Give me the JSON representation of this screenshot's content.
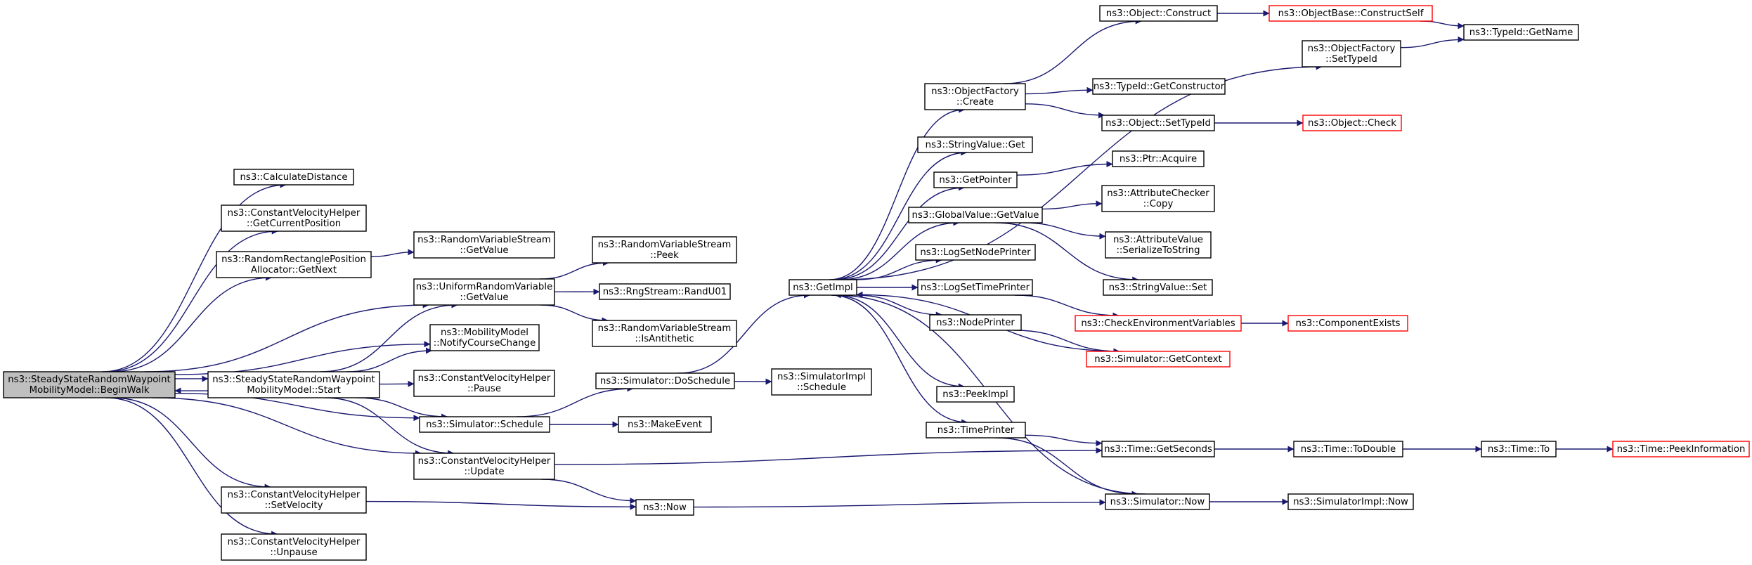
{
  "colors": {
    "edge": "#191970",
    "node_border": "#000000",
    "node_border_truncated": "#ff0000",
    "focus_fill": "#bfbfbf",
    "background": "#ffffff"
  },
  "nodes": [
    {
      "id": "beginwalk",
      "lines": [
        "ns3::SteadyStateRandomWaypoint",
        "MobilityModel::BeginWalk"
      ],
      "focus": true
    },
    {
      "id": "calcdist",
      "lines": [
        "ns3::CalculateDistance"
      ]
    },
    {
      "id": "cvh_getcurpos",
      "lines": [
        "ns3::ConstantVelocityHelper",
        "::GetCurrentPosition"
      ]
    },
    {
      "id": "rrpa_getnext",
      "lines": [
        "ns3::RandomRectanglePosition",
        "Allocator::GetNext"
      ]
    },
    {
      "id": "rvs_getvalue",
      "lines": [
        "ns3::RandomVariableStream",
        "::GetValue"
      ]
    },
    {
      "id": "urv_getvalue",
      "lines": [
        "ns3::UniformRandomVariable",
        "::GetValue"
      ]
    },
    {
      "id": "rvs_peek",
      "lines": [
        "ns3::RandomVariableStream",
        "::Peek"
      ]
    },
    {
      "id": "randu01",
      "lines": [
        "ns3::RngStream::RandU01"
      ]
    },
    {
      "id": "rvs_isanti",
      "lines": [
        "ns3::RandomVariableStream",
        "::IsAntithetic"
      ]
    },
    {
      "id": "mm_notify",
      "lines": [
        "ns3::MobilityModel",
        "::NotifyCourseChange"
      ]
    },
    {
      "id": "ssrw_start",
      "lines": [
        "ns3::SteadyStateRandomWaypoint",
        "MobilityModel::Start"
      ]
    },
    {
      "id": "cvh_pause",
      "lines": [
        "ns3::ConstantVelocityHelper",
        "::Pause"
      ]
    },
    {
      "id": "sim_schedule",
      "lines": [
        "ns3::Simulator::Schedule"
      ]
    },
    {
      "id": "cvh_update",
      "lines": [
        "ns3::ConstantVelocityHelper",
        "::Update"
      ]
    },
    {
      "id": "cvh_setvel",
      "lines": [
        "ns3::ConstantVelocityHelper",
        "::SetVelocity"
      ]
    },
    {
      "id": "cvh_unpause",
      "lines": [
        "ns3::ConstantVelocityHelper",
        "::Unpause"
      ]
    },
    {
      "id": "sim_dosched",
      "lines": [
        "ns3::Simulator::DoSchedule"
      ]
    },
    {
      "id": "simimpl_sched",
      "lines": [
        "ns3::SimulatorImpl",
        "::Schedule"
      ]
    },
    {
      "id": "makeevent",
      "lines": [
        "ns3::MakeEvent"
      ]
    },
    {
      "id": "now",
      "lines": [
        "ns3::Now"
      ]
    },
    {
      "id": "getimpl",
      "lines": [
        "ns3::GetImpl"
      ]
    },
    {
      "id": "of_create",
      "lines": [
        "ns3::ObjectFactory",
        "::Create"
      ]
    },
    {
      "id": "strval_get",
      "lines": [
        "ns3::StringValue::Get"
      ]
    },
    {
      "id": "getpointer",
      "lines": [
        "ns3::GetPointer"
      ]
    },
    {
      "id": "gv_getvalue",
      "lines": [
        "ns3::GlobalValue::GetValue"
      ]
    },
    {
      "id": "lognodeprinter",
      "lines": [
        "ns3::LogSetNodePrinter"
      ]
    },
    {
      "id": "logtimeprinter",
      "lines": [
        "ns3::LogSetTimePrinter"
      ]
    },
    {
      "id": "nodeprinter",
      "lines": [
        "ns3::NodePrinter"
      ]
    },
    {
      "id": "peekimpl",
      "lines": [
        "ns3::PeekImpl"
      ]
    },
    {
      "id": "timeprinter",
      "lines": [
        "ns3::TimePrinter"
      ]
    },
    {
      "id": "obj_construct",
      "lines": [
        "ns3::Object::Construct"
      ]
    },
    {
      "id": "objbase_cs",
      "lines": [
        "ns3::ObjectBase::ConstructSelf"
      ],
      "truncated": true
    },
    {
      "id": "of_settypeid",
      "lines": [
        "ns3::ObjectFactory",
        "::SetTypeId"
      ]
    },
    {
      "id": "typeid_getname",
      "lines": [
        "ns3::TypeId::GetName"
      ]
    },
    {
      "id": "typeid_getctor",
      "lines": [
        "ns3::TypeId::GetConstructor"
      ]
    },
    {
      "id": "obj_settypeid",
      "lines": [
        "ns3::Object::SetTypeId"
      ]
    },
    {
      "id": "obj_check",
      "lines": [
        "ns3::Object::Check"
      ],
      "truncated": true
    },
    {
      "id": "ptr_acquire",
      "lines": [
        "ns3::Ptr::Acquire"
      ]
    },
    {
      "id": "attrchk_copy",
      "lines": [
        "ns3::AttributeChecker",
        "::Copy"
      ]
    },
    {
      "id": "attrval_s2s",
      "lines": [
        "ns3::AttributeValue",
        "::SerializeToString"
      ]
    },
    {
      "id": "strval_set",
      "lines": [
        "ns3::StringValue::Set"
      ]
    },
    {
      "id": "checkenv",
      "lines": [
        "ns3::CheckEnvironmentVariables"
      ],
      "truncated": true
    },
    {
      "id": "compexists",
      "lines": [
        "ns3::ComponentExists"
      ],
      "truncated": true
    },
    {
      "id": "sim_getctx",
      "lines": [
        "ns3::Simulator::GetContext"
      ],
      "truncated": true
    },
    {
      "id": "time_getsec",
      "lines": [
        "ns3::Time::GetSeconds"
      ]
    },
    {
      "id": "time_todouble",
      "lines": [
        "ns3::Time::ToDouble"
      ]
    },
    {
      "id": "time_to",
      "lines": [
        "ns3::Time::To"
      ]
    },
    {
      "id": "time_peekinfo",
      "lines": [
        "ns3::Time::PeekInformation"
      ],
      "truncated": true
    },
    {
      "id": "sim_now",
      "lines": [
        "ns3::Simulator::Now"
      ]
    },
    {
      "id": "simimpl_now",
      "lines": [
        "ns3::SimulatorImpl::Now"
      ]
    }
  ],
  "edges": [
    [
      "beginwalk",
      "calcdist"
    ],
    [
      "beginwalk",
      "cvh_getcurpos"
    ],
    [
      "beginwalk",
      "rrpa_getnext"
    ],
    [
      "beginwalk",
      "urv_getvalue"
    ],
    [
      "beginwalk",
      "mm_notify"
    ],
    [
      "beginwalk",
      "ssrw_start"
    ],
    [
      "ssrw_start",
      "beginwalk"
    ],
    [
      "beginwalk",
      "sim_schedule"
    ],
    [
      "beginwalk",
      "cvh_update"
    ],
    [
      "beginwalk",
      "cvh_setvel"
    ],
    [
      "beginwalk",
      "cvh_unpause"
    ],
    [
      "rrpa_getnext",
      "rvs_getvalue"
    ],
    [
      "urv_getvalue",
      "rvs_peek"
    ],
    [
      "urv_getvalue",
      "randu01"
    ],
    [
      "urv_getvalue",
      "rvs_isanti"
    ],
    [
      "ssrw_start",
      "urv_getvalue"
    ],
    [
      "ssrw_start",
      "mm_notify"
    ],
    [
      "ssrw_start",
      "cvh_pause"
    ],
    [
      "ssrw_start",
      "sim_schedule"
    ],
    [
      "ssrw_start",
      "cvh_update"
    ],
    [
      "sim_schedule",
      "sim_dosched"
    ],
    [
      "sim_schedule",
      "makeevent"
    ],
    [
      "sim_dosched",
      "getimpl"
    ],
    [
      "sim_dosched",
      "simimpl_sched"
    ],
    [
      "cvh_update",
      "now"
    ],
    [
      "cvh_update",
      "time_getsec"
    ],
    [
      "cvh_setvel",
      "now"
    ],
    [
      "now",
      "sim_now"
    ],
    [
      "getimpl",
      "of_create"
    ],
    [
      "getimpl",
      "of_settypeid"
    ],
    [
      "getimpl",
      "strval_get"
    ],
    [
      "getimpl",
      "getpointer"
    ],
    [
      "getimpl",
      "gv_getvalue"
    ],
    [
      "getimpl",
      "lognodeprinter"
    ],
    [
      "getimpl",
      "logtimeprinter"
    ],
    [
      "getimpl",
      "nodeprinter"
    ],
    [
      "getimpl",
      "peekimpl"
    ],
    [
      "getimpl",
      "timeprinter"
    ],
    [
      "of_create",
      "obj_construct"
    ],
    [
      "of_create",
      "typeid_getctor"
    ],
    [
      "of_create",
      "obj_settypeid"
    ],
    [
      "obj_construct",
      "objbase_cs"
    ],
    [
      "objbase_cs",
      "typeid_getname"
    ],
    [
      "of_settypeid",
      "typeid_getname"
    ],
    [
      "obj_settypeid",
      "obj_check"
    ],
    [
      "getpointer",
      "ptr_acquire"
    ],
    [
      "gv_getvalue",
      "attrchk_copy"
    ],
    [
      "gv_getvalue",
      "attrval_s2s"
    ],
    [
      "gv_getvalue",
      "strval_set"
    ],
    [
      "logtimeprinter",
      "checkenv"
    ],
    [
      "checkenv",
      "compexists"
    ],
    [
      "nodeprinter",
      "sim_getctx"
    ],
    [
      "sim_getctx",
      "getimpl"
    ],
    [
      "timeprinter",
      "time_getsec"
    ],
    [
      "timeprinter",
      "sim_now"
    ],
    [
      "sim_now",
      "getimpl"
    ],
    [
      "sim_now",
      "simimpl_now"
    ],
    [
      "time_getsec",
      "time_todouble"
    ],
    [
      "time_todouble",
      "time_to"
    ],
    [
      "time_to",
      "time_peekinfo"
    ]
  ]
}
